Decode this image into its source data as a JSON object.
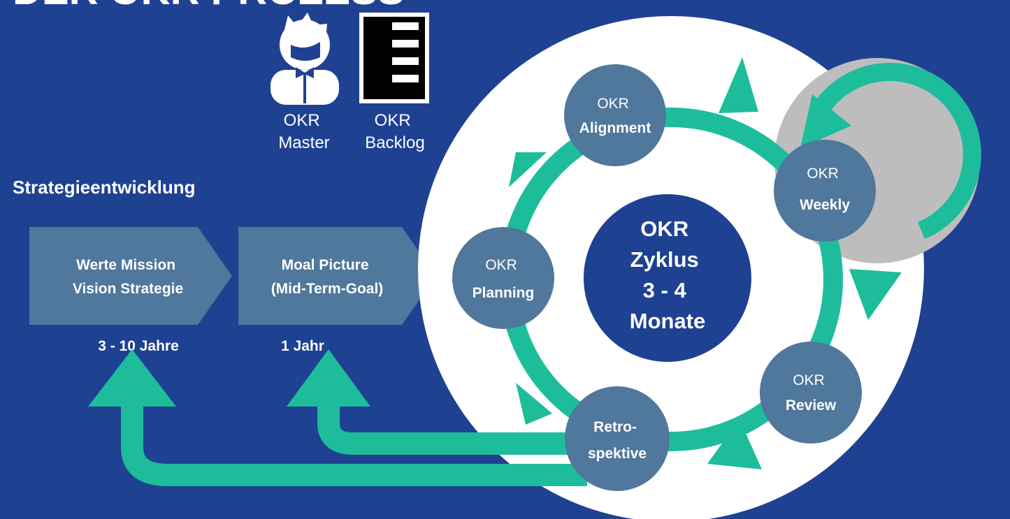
{
  "title": "DER OKR PROZESS",
  "roles": [
    {
      "icon": "person-icon",
      "lines": [
        "OKR",
        "Master"
      ]
    },
    {
      "icon": "backlog-icon",
      "lines": [
        "OKR",
        "Backlog"
      ]
    }
  ],
  "strategy": {
    "heading": "Strategieentwicklung",
    "steps": [
      {
        "lines": [
          "Werte Mission",
          "Vision Strategie"
        ],
        "horizon": "3 - 10 Jahre"
      },
      {
        "lines": [
          "Moal Picture",
          "(Mid-Term-Goal)"
        ],
        "horizon": "1 Jahr"
      }
    ]
  },
  "cycle": {
    "center": [
      "OKR",
      "Zyklus",
      "3 - 4",
      "Monate"
    ],
    "nodes": {
      "alignment": [
        "OKR",
        "Alignment"
      ],
      "weekly": [
        "OKR",
        "Weekly"
      ],
      "planning": [
        "OKR",
        "Planning"
      ],
      "review": [
        "OKR",
        "Review"
      ],
      "retro": [
        "Retro-",
        "spektive"
      ]
    }
  },
  "colors": {
    "background": "#1f4192",
    "node": "#50779c",
    "center": "#1f4192",
    "arrow": "#1dbd9c",
    "white": "#ffffff",
    "loop": "#bdbdbd",
    "chevron": "#50779c"
  }
}
